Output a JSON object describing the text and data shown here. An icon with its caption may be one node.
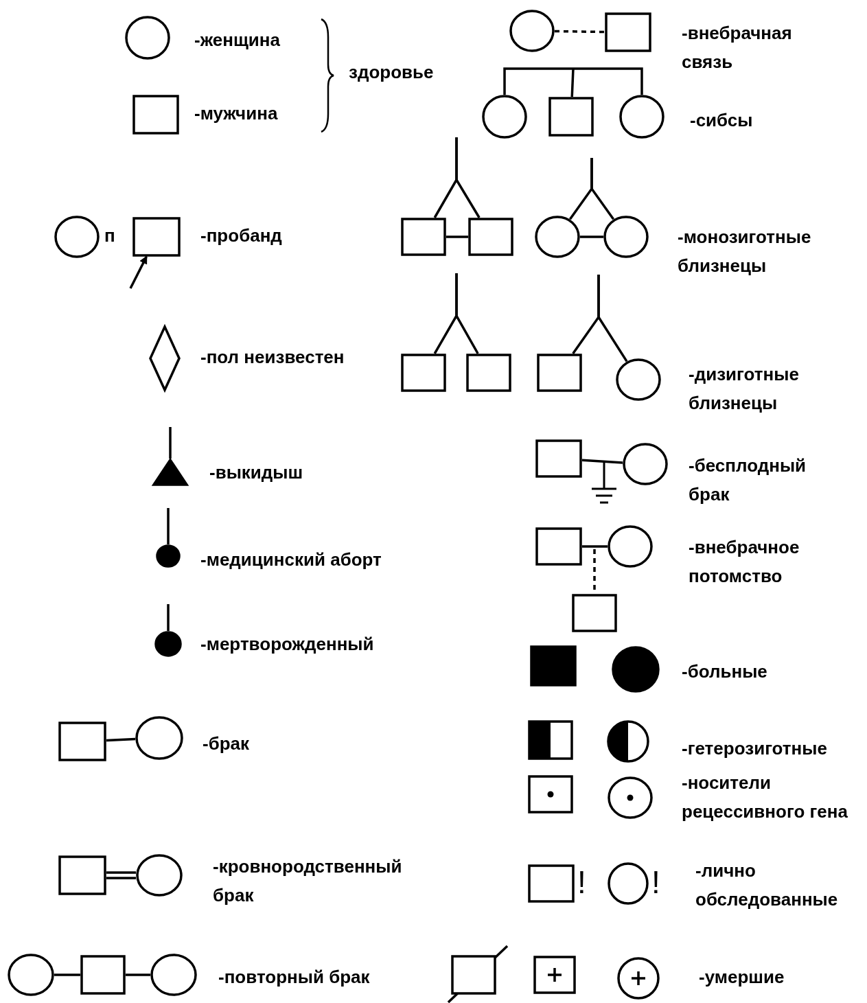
{
  "diagram": {
    "nodes": [
      {
        "text": [],
        "shape": "circle"
      },
      {
        "text": [],
        "shape": "box"
      },
      {
        "text": [],
        "shape": "circle"
      },
      {
        "text": [],
        "shape": "box"
      },
      {
        "text": [],
        "shape": "circle"
      },
      {
        "text": [],
        "shape": "box"
      },
      {
        "text": [],
        "shape": "circle"
      },
      {
        "text": [],
        "shape": "circle"
      },
      {
        "text": [],
        "shape": "box"
      },
      {
        "text": [],
        "shape": "box"
      },
      {
        "text": [],
        "shape": "box"
      },
      {
        "text": [],
        "shape": "circle"
      },
      {
        "text": [],
        "shape": "circle"
      },
      {
        "text": [],
        "shape": "diamond"
      },
      {
        "text": [],
        "shape": "box"
      },
      {
        "text": [],
        "shape": "box"
      },
      {
        "text": [],
        "shape": "box"
      },
      {
        "text": [],
        "shape": "circle"
      },
      {
        "text": [],
        "shape": "triangle"
      },
      {
        "text": [],
        "shape": "circle"
      },
      {
        "text": [],
        "shape": "circle"
      },
      {
        "text": [],
        "shape": "box"
      },
      {
        "text": [],
        "shape": "circle"
      },
      {
        "text": [],
        "shape": "box"
      },
      {
        "text": [],
        "shape": "circle"
      },
      {
        "text": [],
        "shape": "box"
      },
      {
        "text": [],
        "shape": "box"
      },
      {
        "text": [],
        "shape": "circle"
      },
      {
        "text": [],
        "shape": "box"
      },
      {
        "text": [],
        "shape": "circle"
      },
      {
        "text": [],
        "shape": "box"
      },
      {
        "text": [],
        "shape": "circle"
      },
      {
        "text": [],
        "shape": "box",
        "beside": [
          "!"
        ]
      },
      {
        "text": [],
        "shape": "circle",
        "beside": [
          "!"
        ]
      },
      {
        "text": [],
        "shape": "box"
      },
      {
        "text": [],
        "shape": "circle"
      },
      {
        "text": [],
        "shape": "box"
      },
      {
        "text": [],
        "shape": "circle"
      },
      {
        "text": [],
        "shape": "circle"
      },
      {
        "text": [],
        "shape": "box"
      },
      {
        "text": [],
        "shape": "circle"
      },
      {
        "text": [],
        "shape": "box"
      },
      {
        "text": [],
        "shape": "box"
      },
      {
        "text": [],
        "shape": "circle"
      }
    ],
    "edges": [
      {
        "from": 2,
        "to": 3,
        "arrow": "none",
        "style": "dashed"
      },
      {
        "from": null,
        "to": 4,
        "arrow": "none"
      },
      {
        "from": null,
        "to": 5,
        "arrow": "none"
      },
      {
        "from": null,
        "to": 6,
        "arrow": "none"
      },
      {
        "from": null,
        "to": 8,
        "arrow": "to"
      },
      {
        "from": null,
        "to": 9,
        "arrow": "none"
      },
      {
        "from": null,
        "to": 10,
        "arrow": "none"
      },
      {
        "from": 9,
        "to": 10,
        "arrow": "none"
      },
      {
        "from": null,
        "to": 11,
        "arrow": "none"
      },
      {
        "from": null,
        "to": 12,
        "arrow": "none"
      },
      {
        "from": 11,
        "to": 12,
        "arrow": "none"
      },
      {
        "from": null,
        "to": 14,
        "arrow": "none"
      },
      {
        "from": null,
        "to": 15,
        "arrow": "none"
      },
      {
        "from": null,
        "to": 16,
        "arrow": "none"
      },
      {
        "from": null,
        "to": 17,
        "arrow": "none"
      },
      {
        "from": null,
        "to": 18,
        "arrow": "none"
      },
      {
        "from": null,
        "to": 19,
        "arrow": "none"
      },
      {
        "from": null,
        "to": 20,
        "arrow": "none"
      },
      {
        "from": 21,
        "to": 22,
        "arrow": "none"
      },
      {
        "from": 23,
        "to": 24,
        "arrow": "none"
      },
      {
        "from": null,
        "to": 25,
        "arrow": "none",
        "style": "dashed"
      },
      {
        "from": 34,
        "to": 35,
        "arrow": "none"
      },
      {
        "from": 36,
        "to": 37,
        "arrow": "none"
      },
      {
        "from": 38,
        "to": 39,
        "arrow": "none"
      },
      {
        "from": 39,
        "to": 40,
        "arrow": "none"
      }
    ],
    "labels": [
      "-женщина",
      "-мужчина",
      "здоровье",
      "-внебрачная связь",
      "-сибсы",
      "п",
      "-пробанд",
      "-монозиготные близнецы",
      "-пол неизвестен",
      "-дизиготные близнецы",
      "-выкидыш",
      "-бесплодный брак",
      "-медицинский аборт",
      "-внебрачное потомство",
      "-мертворожденный",
      "-больные",
      "-брак",
      "-гетерозиготные",
      "-носители рецессивного гена",
      "-кровнородственный брак",
      "-лично обследованные",
      "-повторный брак",
      "-умершие"
    ]
  }
}
